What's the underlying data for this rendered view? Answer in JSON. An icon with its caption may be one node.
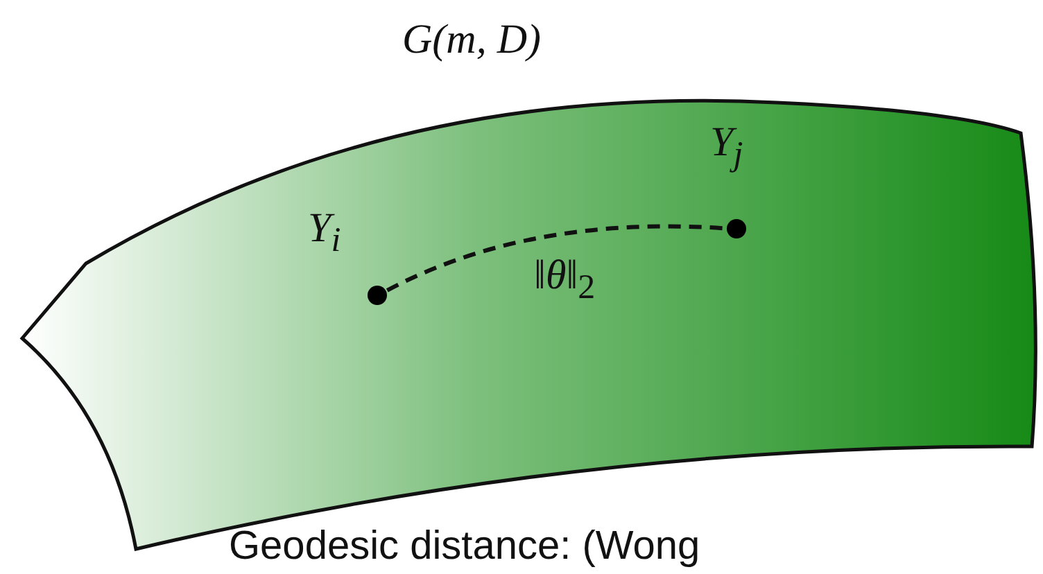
{
  "diagram": {
    "caption": "Geodesic distance: (Wong",
    "nodes": [
      {
        "text": [
          "*G(m, D)*"
        ]
      },
      {
        "text": [],
        "shape": "circle",
        "in": 0,
        "beside": [
          "Y$_{i}$"
        ]
      },
      {
        "text": [],
        "shape": "circle",
        "in": 0,
        "beside": [
          "Y$_{j}$"
        ]
      }
    ],
    "edges": [
      {
        "from": 1,
        "to": 2,
        "arrow": "none",
        "style": "dashed",
        "label": "‖*θ*‖$_{2}$"
      }
    ]
  }
}
